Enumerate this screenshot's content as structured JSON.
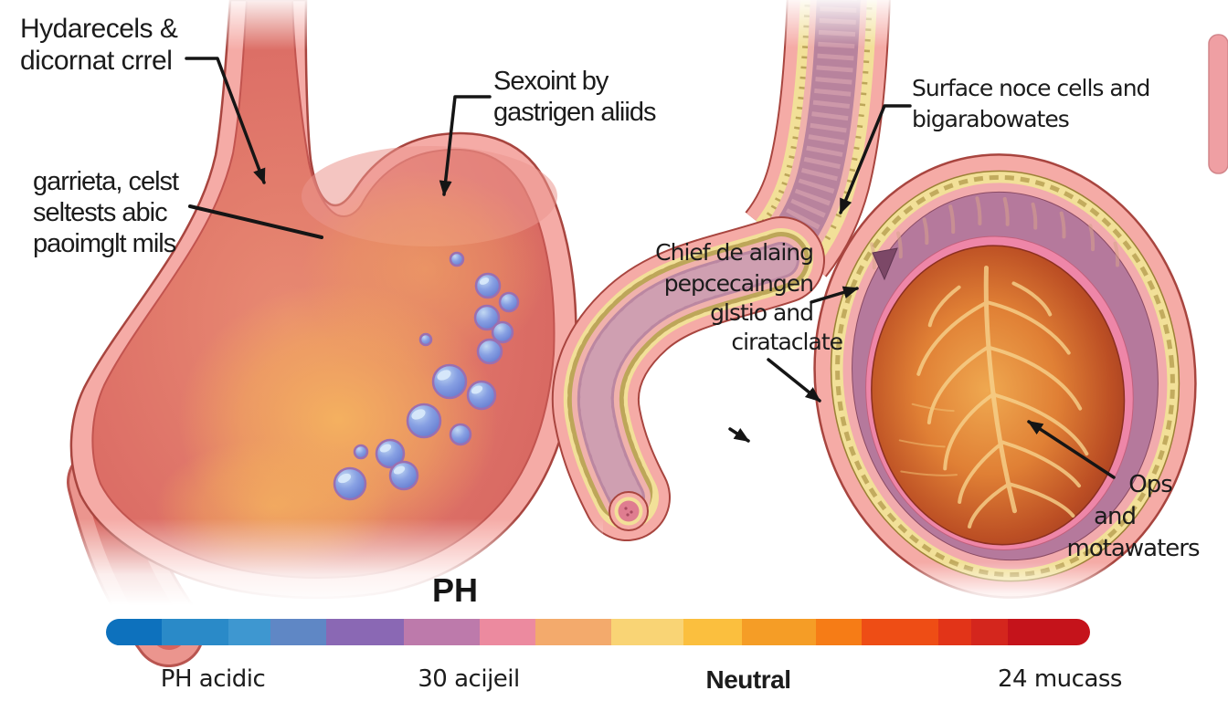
{
  "figure": {
    "type": "stomach-anatomy-illustration",
    "panels": [
      "stomach-exterior-cutaway-with-acid-bubbles",
      "stomach-wall-layers-cross-section"
    ]
  },
  "annotations": {
    "hydarecels": {
      "line1": "Hydarecels &",
      "line2": "dicornat crrel"
    },
    "garrieta": {
      "line1": "garrieta, celst",
      "line2": "seltests abic",
      "line3": "paoimglt mils"
    },
    "sexoint": {
      "line1": "Sexoint by",
      "line2": "gastrigen aliids"
    },
    "surface": {
      "line1": "Surface noce cells and",
      "line2": "bigarabowates"
    },
    "chief": {
      "line1": "Chief de alaing",
      "line2": "pepcecaingen",
      "line3": "glstio and",
      "line4": "cirataclate"
    },
    "ops": {
      "line1": "Ops",
      "line2": "and",
      "line3": "motawaters"
    }
  },
  "ph_scale": {
    "title": "PH",
    "tick_labels": [
      "PH acidic",
      "30 acijeil",
      "Neutral",
      "24 mucass"
    ],
    "segments": [
      {
        "color": "#0d71bd",
        "width": 61
      },
      {
        "color": "#2a8ac8",
        "width": 73
      },
      {
        "color": "#3e97d0",
        "width": 46
      },
      {
        "color": "#5f87c5",
        "width": 61
      },
      {
        "color": "#8a68b4",
        "width": 85
      },
      {
        "color": "#bd7aab",
        "width": 83
      },
      {
        "color": "#ec8a9f",
        "width": 61
      },
      {
        "color": "#f3aa6c",
        "width": 83
      },
      {
        "color": "#f9d475",
        "width": 79
      },
      {
        "color": "#fbbf3e",
        "width": 64
      },
      {
        "color": "#f59d26",
        "width": 81
      },
      {
        "color": "#f67c16",
        "width": 50
      },
      {
        "color": "#ee4d15",
        "width": 84
      },
      {
        "color": "#e23418",
        "width": 36
      },
      {
        "color": "#d4261d",
        "width": 40
      },
      {
        "color": "#c5131b",
        "width": 90
      }
    ]
  },
  "palette": {
    "wall_pink": "#f5aba6",
    "outline_red": "#a8453f",
    "lumen_red": "#da6a63",
    "glow_orange": "#f3ae5c",
    "bubble_blue": "#7b8fdc",
    "bubble_outline": "#9b6fb0",
    "submucosa_yellow": "#f2e098",
    "mucosa_mauve": "#b5799c",
    "rim_pink": "#ee86a8",
    "interior_orange": "#dd7a30",
    "rugae_yellow": "#f7d28c",
    "arrow_black": "#151515",
    "text_black": "#1b1b1b"
  }
}
